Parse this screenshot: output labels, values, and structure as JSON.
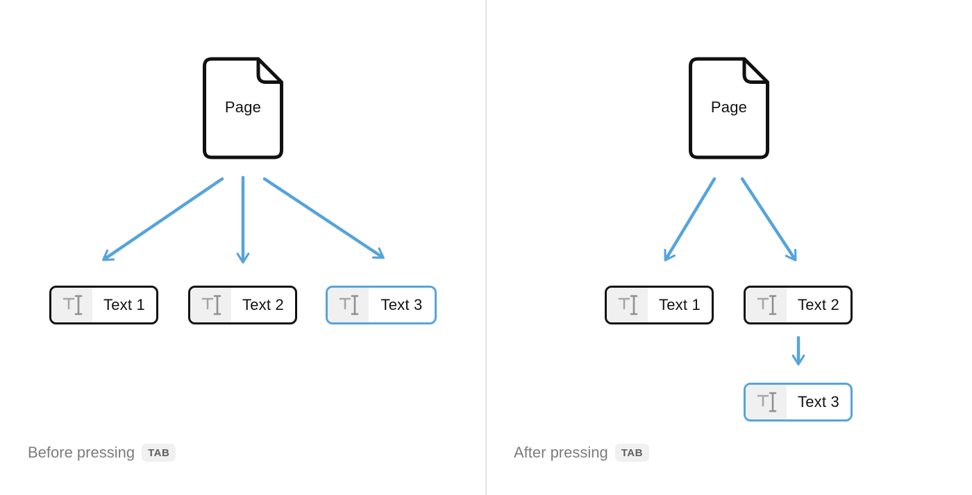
{
  "colors": {
    "accent_blue": "#56a4db",
    "outline_black": "#111111",
    "icon_gray": "#a0a0a0",
    "caption_gray": "#7c7c7c",
    "divider_gray": "#e2e2e2",
    "segment_gray": "#f0f0f0"
  },
  "left_panel": {
    "page_label": "Page",
    "blocks": [
      {
        "label": "Text 1",
        "selected": false
      },
      {
        "label": "Text 2",
        "selected": false
      },
      {
        "label": "Text 3",
        "selected": true
      }
    ],
    "caption": "Before pressing",
    "caption_key": "TAB"
  },
  "right_panel": {
    "page_label": "Page",
    "blocks": [
      {
        "label": "Text 1",
        "selected": false
      },
      {
        "label": "Text 2",
        "selected": false
      },
      {
        "label": "Text 3",
        "selected": true
      }
    ],
    "caption": "After pressing",
    "caption_key": "TAB"
  }
}
